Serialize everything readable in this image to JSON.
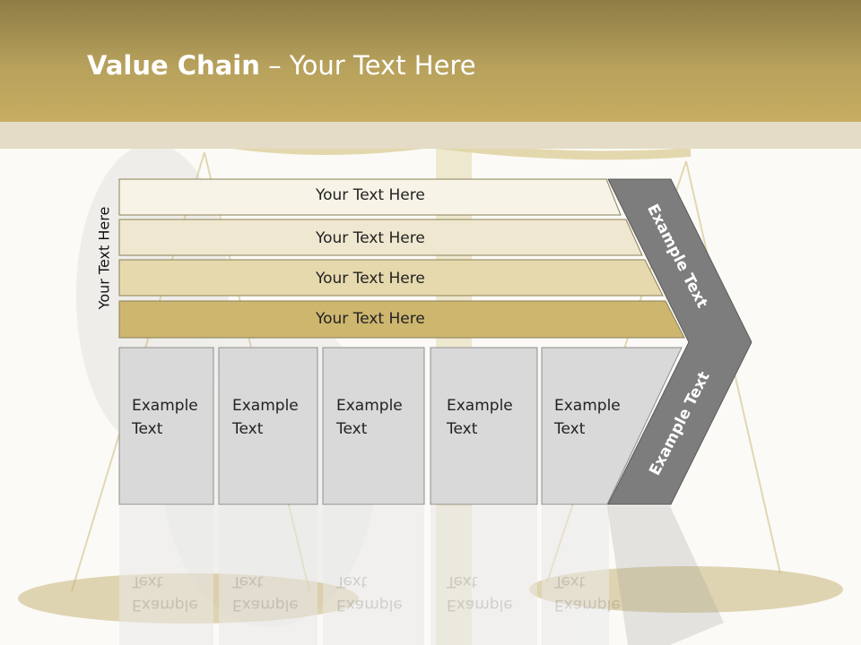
{
  "title": {
    "bold": "Value Chain",
    "rest": " – Your Text Here"
  },
  "side_label": "Your Text Here",
  "bars": [
    {
      "label": "Your Text Here"
    },
    {
      "label": "Your Text Here"
    },
    {
      "label": "Your Text Here"
    },
    {
      "label": "Your Text Here"
    }
  ],
  "boxes": [
    {
      "line1": "Example",
      "line2": "Text"
    },
    {
      "line1": "Example",
      "line2": "Text"
    },
    {
      "line1": "Example",
      "line2": "Text"
    },
    {
      "line1": "Example",
      "line2": "Text"
    },
    {
      "line1": "Example",
      "line2": "Text"
    }
  ],
  "chevron": {
    "upper": "Example Text",
    "lower": "Example Text"
  },
  "colors": {
    "header": "#b7a15c",
    "bar_fills": [
      "#f7f3e6",
      "#efe7cf",
      "#e6d9ad",
      "#cdb66e"
    ],
    "box_fill": "#d9d9d9",
    "chevron_fill": "#7d7d7d"
  }
}
